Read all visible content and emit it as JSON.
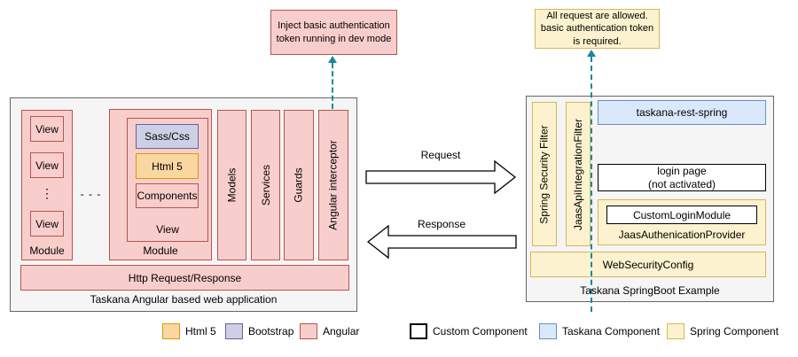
{
  "colors": {
    "angular": {
      "fill": "#f8cecc",
      "stroke": "#b85450"
    },
    "html5": {
      "fill": "#fad7a1",
      "stroke": "#d79b00"
    },
    "bootstrap": {
      "fill": "#cdd0e5",
      "stroke": "#66619c"
    },
    "spring": {
      "fill": "#fcf2cf",
      "stroke": "#d6b656"
    },
    "taskana": {
      "fill": "#dae8fc",
      "stroke": "#6c8ebf"
    },
    "custom": {
      "fill": "#ffffff",
      "stroke": "#000000"
    },
    "container": {
      "fill": "#f5f5f5",
      "stroke": "#666666"
    },
    "connector_teal": "#17889a"
  },
  "callouts": {
    "dev_token": "Inject basic authentication token running in dev mode",
    "auth_required": "All request are allowed. basic authentication token is required."
  },
  "angular_app": {
    "title": "Taskana Angular based web application",
    "module1": {
      "label": "Module",
      "views": [
        "View",
        "View",
        "View"
      ],
      "ellipsis": "⋮"
    },
    "gap_dots": "- - -",
    "module2": {
      "label": "Module",
      "view": {
        "label": "View",
        "layers": [
          "Sass/Css",
          "Html 5",
          "Components"
        ]
      }
    },
    "columns": [
      "Models",
      "Services",
      "Guards",
      "Angular interceptor"
    ],
    "http_bar": "Http Request/Response"
  },
  "flow": {
    "request": "Request",
    "response": "Response"
  },
  "spring_app": {
    "title": "Taskana SpringBoot Example",
    "filters": [
      "Spring Security Filter",
      "JaasApiIntegrationFilter"
    ],
    "rest_component": "taskana-rest-spring",
    "login_page": "login page\n(not activated)",
    "custom_login_module": "CustomLoginModule",
    "auth_provider": "JaasAuthenicationProvider",
    "web_security_config": "WebSecurityConfig"
  },
  "legend": {
    "items": [
      {
        "label": "Html 5"
      },
      {
        "label": "Bootstrap"
      },
      {
        "label": "Angular"
      },
      {
        "label": "Custom Component"
      },
      {
        "label": "Taskana Component"
      },
      {
        "label": "Spring Component"
      }
    ]
  }
}
